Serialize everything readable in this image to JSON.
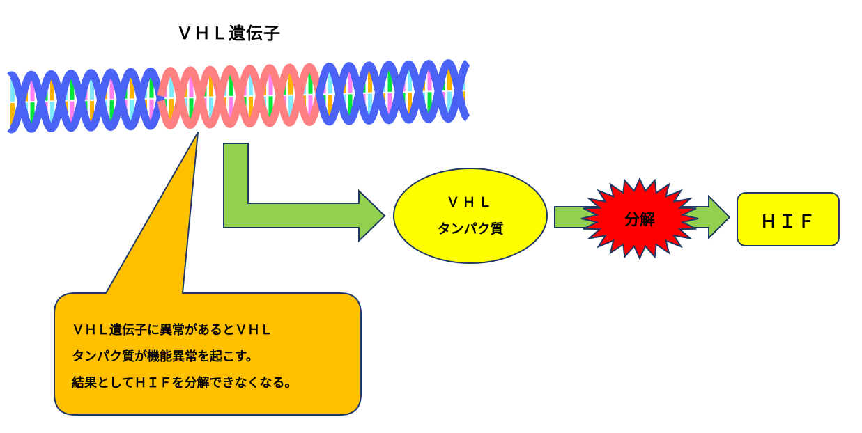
{
  "title": "ＶＨＬ遺伝子",
  "gene": {
    "label": "ＶＨＬ遺伝子",
    "segments": [
      {
        "role": "flank-left",
        "color": "#4a63f5"
      },
      {
        "role": "vhl-gene",
        "color": "#ff8080"
      },
      {
        "role": "flank-right",
        "color": "#4a63f5"
      }
    ],
    "base_colors": [
      "#80eaff",
      "#00e63c",
      "#ffb400",
      "#ff80f0"
    ]
  },
  "protein": {
    "line1": "ＶＨＬ",
    "line2": "タンパク質",
    "fill": "#ffff00"
  },
  "degradation": {
    "label": "分解",
    "fill": "#ff0000"
  },
  "hif": {
    "label": "ＨＩＦ",
    "fill": "#ffff00"
  },
  "callout": {
    "lines": [
      "ＶＨＬ遺伝子に異常があるとＶＨＬ",
      "タンパク質が機能異常を起こす。",
      "結果としてＨＩＦを分解できなくなる。"
    ],
    "fill": "#ffc000"
  },
  "colors": {
    "arrow_fill": "#92d050",
    "outline": "#1f3864"
  }
}
